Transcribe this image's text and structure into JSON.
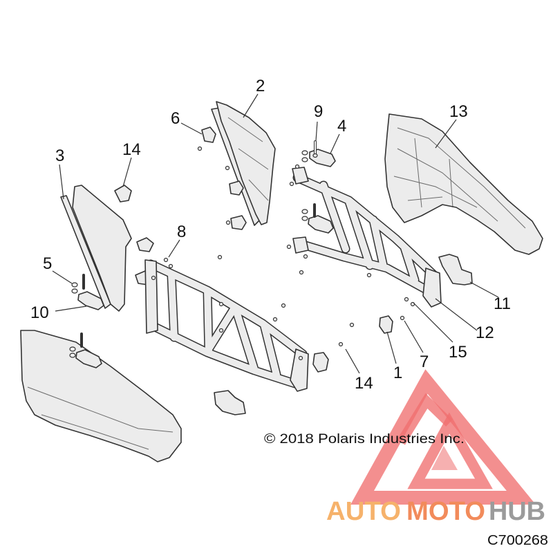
{
  "callouts": [
    {
      "label": "2"
    },
    {
      "label": "6"
    },
    {
      "label": "9"
    },
    {
      "label": "4"
    },
    {
      "label": "13"
    },
    {
      "label": "3"
    },
    {
      "label": "14"
    },
    {
      "label": "8"
    },
    {
      "label": "5"
    },
    {
      "label": "10"
    },
    {
      "label": "11"
    },
    {
      "label": "12"
    },
    {
      "label": "15"
    },
    {
      "label": "1"
    },
    {
      "label": "7"
    },
    {
      "label": "14"
    }
  ],
  "copyright": "© 2018 Polaris Industries Inc.",
  "drawing_number": "C700268",
  "watermark": {
    "auto": "AUTO",
    "moto": "MOTO",
    "hub": "HUB"
  },
  "colors": {
    "line": "#333333",
    "part_fill": "#ececec",
    "text": "#111111",
    "watermark_red": "#ef6f6f",
    "logo_auto": "#f6b26b",
    "logo_moto": "#f28b5b",
    "logo_hub": "#9b9b9b"
  }
}
